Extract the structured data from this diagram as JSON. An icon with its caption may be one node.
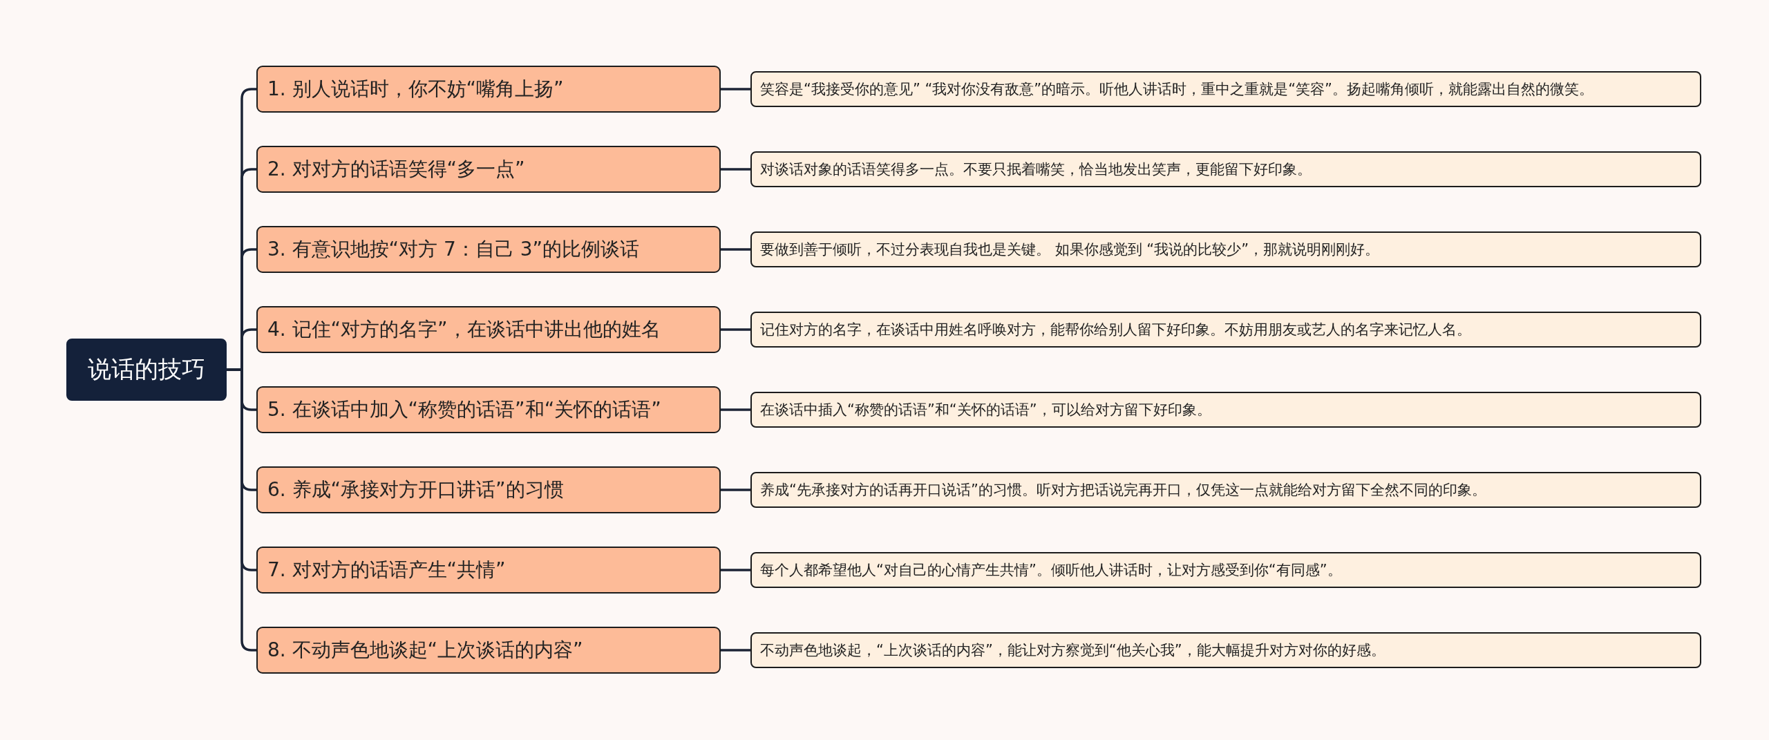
{
  "diagram": {
    "nodes": [
      {
        "text": [
          "说话的技巧"
        ]
      },
      {
        "text": [
          "1. 别人说话时，你不妨“嘴角上扬”"
        ]
      },
      {
        "text": [
          "笑容是“我接受你的意见” “我对你没有敌意”的暗示。听他人讲话时，重中之重就是“笑容”。扬起嘴角倾听，就能露出自然的微笑。"
        ]
      },
      {
        "text": [
          "2. 对对方的话语笑得“多一点”"
        ]
      },
      {
        "text": [
          "对谈话对象的话语笑得多一点。不要只抿着嘴笑，恰当地发出笑声，更能留下好印象。"
        ]
      },
      {
        "text": [
          "3. 有意识地按“对方 7：自己 3”的比例谈话"
        ]
      },
      {
        "text": [
          "要做到善于倾听，不过分表现自我也是关键。 如果你感觉到 “我说的比较少”，那就说明刚刚好。"
        ]
      },
      {
        "text": [
          "4. 记住“对方的名字”，在谈话中讲出他的姓名"
        ]
      },
      {
        "text": [
          "记住对方的名字，在谈话中用姓名呼唤对方，能帮你给别人留下好印象。不妨用朋友或艺人的名字来记忆人名。"
        ]
      },
      {
        "text": [
          "5. 在谈话中加入“称赞的话语”和“关怀的话语”"
        ]
      },
      {
        "text": [
          "在谈话中插入“称赞的话语”和“关怀的话语”，可以给对方留下好印象。"
        ]
      },
      {
        "text": [
          "6. 养成“承接对方开口讲话”的习惯"
        ]
      },
      {
        "text": [
          "养成“先承接对方的话再开口说话”的习惯。听对方把话说完再开口，仅凭这一点就能给对方留下全然不同的印象。"
        ]
      },
      {
        "text": [
          "7. 对对方的话语产生“共情”"
        ]
      },
      {
        "text": [
          "每个人都希望他人“对自己的心情产生共情”。倾听他人讲话时，让对方感受到你“有同感”。"
        ]
      },
      {
        "text": [
          "8. 不动声色地谈起“上次谈话的内容”"
        ]
      },
      {
        "text": [
          "不动声色地谈起，“上次谈话的内容”，能让对方察觉到“他关心我”，能大幅提升对方对你的好感。"
        ]
      }
    ],
    "edges": [
      {
        "from": 0,
        "to": 1,
        "arrow": "none"
      },
      {
        "from": 1,
        "to": 2,
        "arrow": "none"
      },
      {
        "from": 0,
        "to": 3,
        "arrow": "none"
      },
      {
        "from": 3,
        "to": 4,
        "arrow": "none"
      },
      {
        "from": 0,
        "to": 5,
        "arrow": "none"
      },
      {
        "from": 5,
        "to": 6,
        "arrow": "none"
      },
      {
        "from": 0,
        "to": 7,
        "arrow": "none"
      },
      {
        "from": 7,
        "to": 8,
        "arrow": "none"
      },
      {
        "from": 0,
        "to": 9,
        "arrow": "none"
      },
      {
        "from": 9,
        "to": 10,
        "arrow": "none"
      },
      {
        "from": 0,
        "to": 11,
        "arrow": "none"
      },
      {
        "from": 11,
        "to": 12,
        "arrow": "none"
      },
      {
        "from": 0,
        "to": 13,
        "arrow": "none"
      },
      {
        "from": 13,
        "to": 14,
        "arrow": "none"
      },
      {
        "from": 0,
        "to": 15,
        "arrow": "none"
      },
      {
        "from": 15,
        "to": 16,
        "arrow": "none"
      }
    ]
  }
}
